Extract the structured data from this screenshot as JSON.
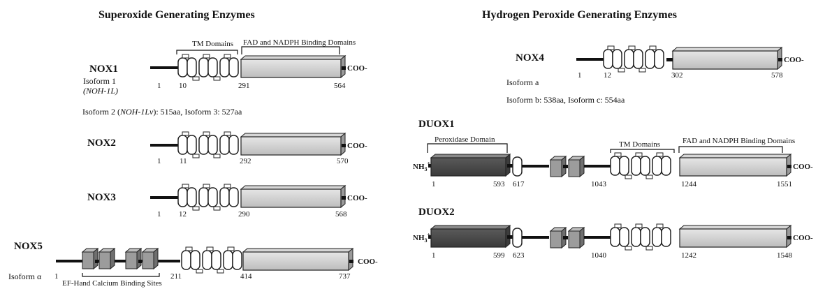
{
  "titles": {
    "superoxide": "Superoxide Generating Enzymes",
    "peroxide": "Hydrogen Peroxide Generating Enzymes"
  },
  "domains": {
    "tm_left": "TM Domains",
    "fad_left": "FAD and NADPH Binding Domains",
    "peroxidase": "Peroxidase Domain",
    "tm_right": "TM Domains",
    "fad_right": "FAD and NADPH Binding Domains",
    "ef_hand": "EF-Hand Calcium Binding Sites"
  },
  "terminal": {
    "coo": "COO-",
    "nh3": "NH",
    "nh3_sub": "3",
    "nh3_sup": "+"
  },
  "nox1": {
    "name": "NOX1",
    "iso1": "Isoform 1",
    "iso1_code": "(NOH-1L)",
    "n1": "1",
    "n2": "10",
    "n3": "291",
    "n4": "564",
    "iso_note_a": "Isoform 2 (",
    "iso_note_b": "NOH-1Lv",
    "iso_note_c": "): 515aa, Isoform 3: 527aa"
  },
  "nox2": {
    "name": "NOX2",
    "n1": "1",
    "n2": "11",
    "n3": "292",
    "n4": "570"
  },
  "nox3": {
    "name": "NOX3",
    "n1": "1",
    "n2": "12",
    "n3": "290",
    "n4": "568"
  },
  "nox5": {
    "name": "NOX5",
    "iso": "Isoform α",
    "n1": "1",
    "n2": "211",
    "n3": "414",
    "n4": "737"
  },
  "nox4": {
    "name": "NOX4",
    "n1": "1",
    "n2": "12",
    "n3": "302",
    "n4": "578",
    "iso_a": "Isoform a",
    "iso_bc": "Isoform b: 538aa, Isoform c: 554aa"
  },
  "duox1": {
    "name": "DUOX1",
    "n1": "1",
    "n2": "593",
    "n3": "617",
    "n4": "1043",
    "n5": "1244",
    "n6": "1551"
  },
  "duox2": {
    "name": "DUOX2",
    "n1": "1",
    "n2": "599",
    "n3": "623",
    "n4": "1040",
    "n5": "1242",
    "n6": "1548"
  }
}
